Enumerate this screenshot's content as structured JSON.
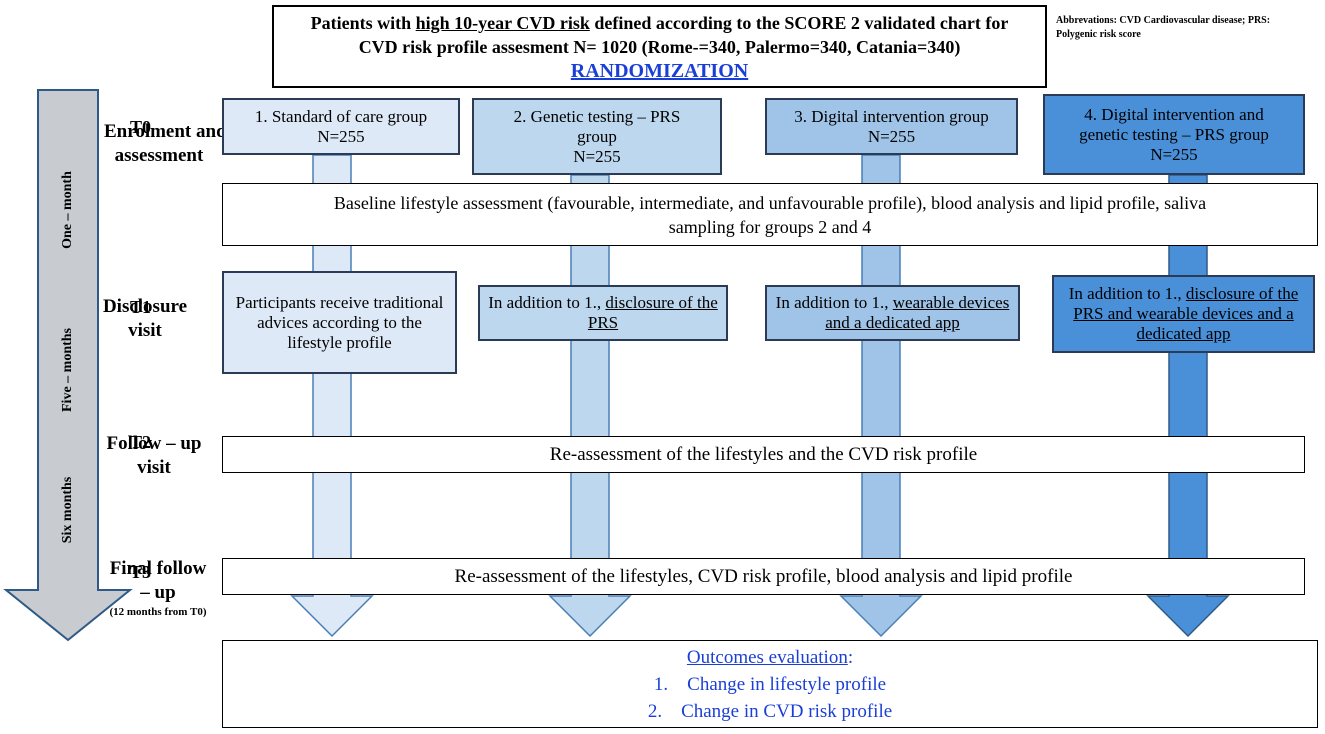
{
  "header": {
    "line1_pre": "Patients with ",
    "line1_underlined": "high 10-year CVD risk",
    "line1_post": " defined according to the SCORE 2 validated chart for",
    "line2": "CVD risk profile assesment N= 1020 (Rome-=340, Palermo=340, Catania=340)",
    "randomization": "RANDOMIZATION"
  },
  "abbreviations": "Abbrevations: CVD Cardiovascular disease; PRS: Polygenic risk score",
  "phases": [
    {
      "id": "T0",
      "name_line1": "Enrolment and",
      "name_line2": "assessment"
    },
    {
      "id": "T1",
      "name_line1": "Disclosure",
      "name_line2": "visit"
    },
    {
      "id": "T2",
      "name_line1": "Follow – up",
      "name_line2": "visit"
    },
    {
      "id": "T3",
      "name_line1": "Final follow",
      "name_line2": "– up",
      "note": "(12 months from T0)"
    }
  ],
  "durations": [
    "One – month",
    "Five – months",
    "Six months"
  ],
  "groups": [
    {
      "line1": "1. Standard of care group",
      "line2": "",
      "n": "N=255",
      "color": "#dde9f6"
    },
    {
      "line1": "2. Genetic testing – PRS",
      "line2": "group",
      "n": "N=255",
      "color": "#bcd7ee"
    },
    {
      "line1": "3. Digital intervention group",
      "line2": "",
      "n": "N=255",
      "color": "#9fc4e8"
    },
    {
      "line1": "4. Digital intervention and",
      "line2": "genetic testing – PRS group",
      "n": "N=255",
      "color": "#4a90d9"
    }
  ],
  "baseline": {
    "line1": "Baseline lifestyle assessment (favourable, intermediate, and unfavourable profile), blood analysis and lipid profile, saliva",
    "line2": "sampling for groups 2 and 4"
  },
  "disclosure": {
    "g1": "Participants receive traditional advices according to the lifestyle profile",
    "g2_pre": "In addition to 1., ",
    "g2_u": "disclosure of the PRS",
    "g3_pre": "In addition to 1., ",
    "g3_u": "wearable devices and a dedicated app",
    "g4_pre": "In addition to 1., ",
    "g4_u": "disclosure of the PRS and wearable devices and a dedicated app"
  },
  "followup": "Re-assessment of the lifestyles and the CVD risk profile",
  "final": "Re-assessment of the lifestyles, CVD risk profile, blood analysis and lipid profile",
  "outcomes": {
    "title": "Outcomes evaluation",
    "title_suffix": ":",
    "items": [
      "1.    Change in lifestyle profile",
      "2.    Change in CVD risk profile"
    ]
  },
  "colors": {
    "timeline_arrow": "#c8ccd0",
    "timeline_border": "#2e5a87",
    "outcome_text": "#1a3fd6"
  }
}
